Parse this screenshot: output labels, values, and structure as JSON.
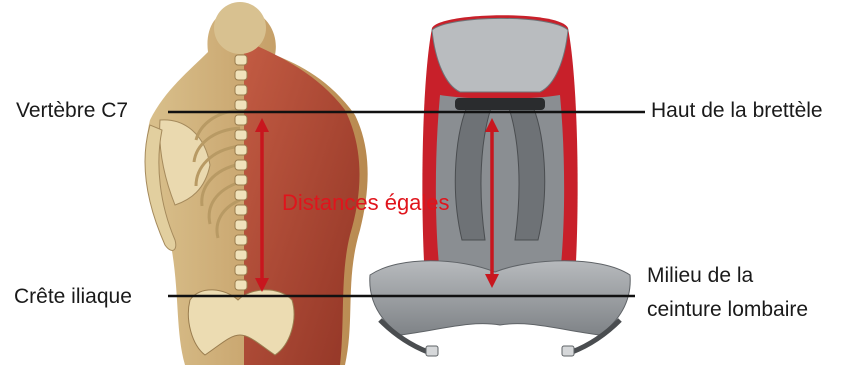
{
  "labels": {
    "c7": "Vertèbre C7",
    "strap_top": "Haut de la brettèle",
    "iliac_crest": "Crête iliaque",
    "belt_mid_line1": "Milieu de la",
    "belt_mid_line2": "ceinture lombaire",
    "equal_distances": "Distances égales"
  },
  "colors": {
    "reference_line": "#111111",
    "arrow": "#c8161e",
    "backpack_red": "#c8202a",
    "backpack_grey": "#8e9296",
    "muscle": "#b8463a",
    "bone": "#e6d3a6"
  },
  "images": {
    "left": "human-back-anatomy",
    "right": "backpack-rear-view"
  }
}
